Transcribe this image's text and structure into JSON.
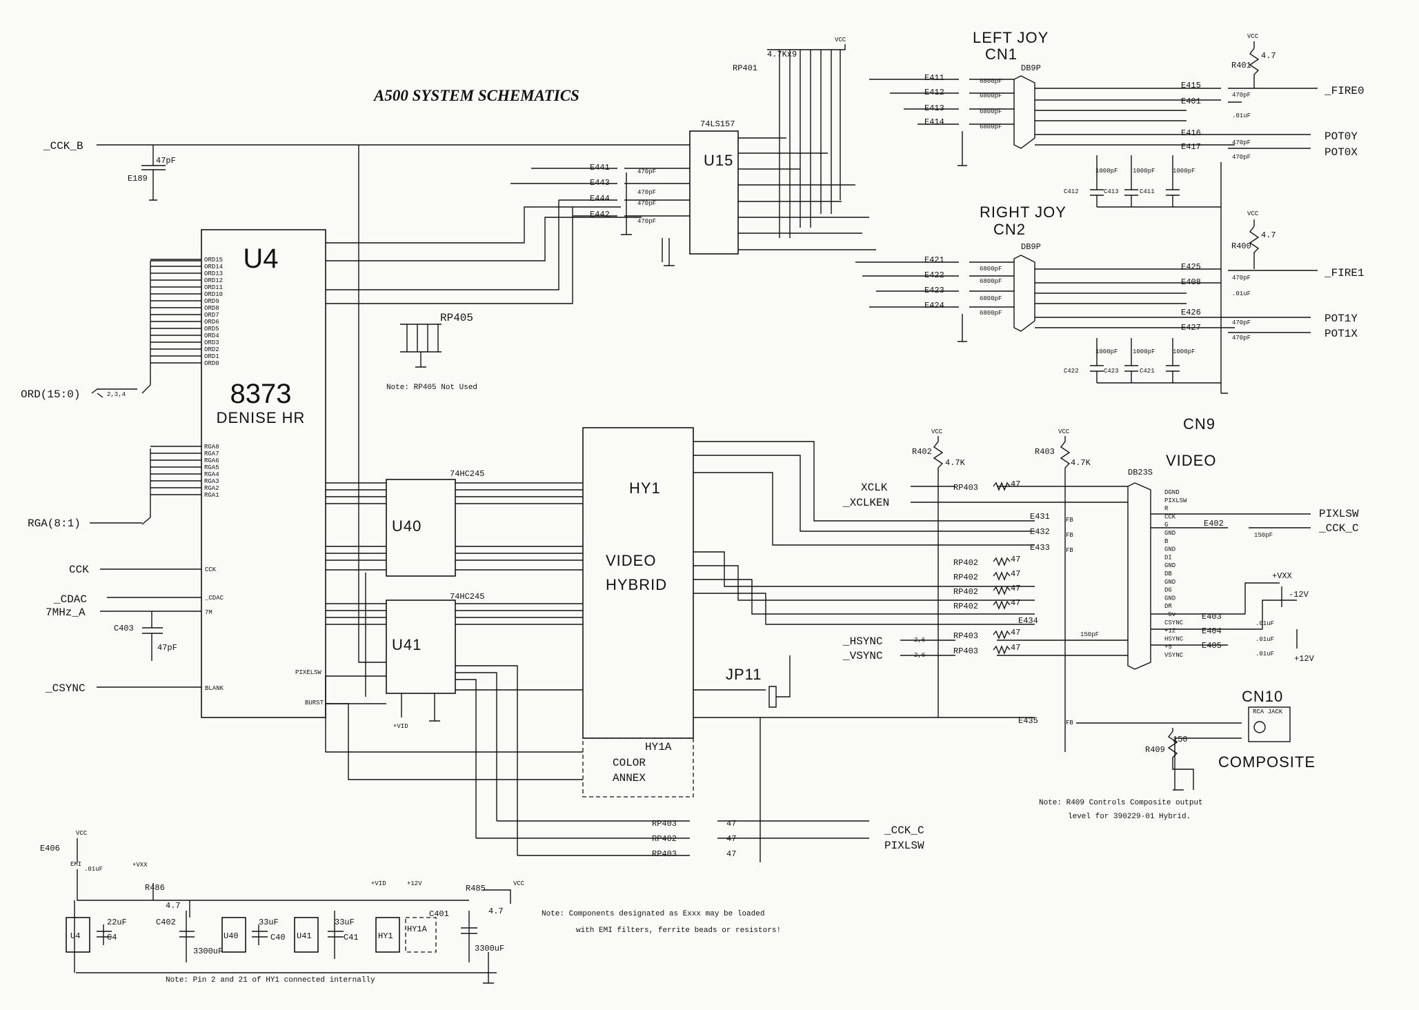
{
  "title": "A500 SYSTEM SCHEMATICS",
  "chips": {
    "u4": {
      "ref": "U4",
      "part": "8373",
      "desc": "DENISE HR",
      "ord_pins": [
        "ORD15",
        "ORD14",
        "ORD13",
        "ORD12",
        "ORD11",
        "ORD10",
        "ORD9",
        "ORD8",
        "ORD7",
        "ORD6",
        "ORD5",
        "ORD4",
        "ORD3",
        "ORD2",
        "ORD1",
        "ORD0"
      ],
      "rga_pins": [
        "RGA8",
        "RGA7",
        "RGA6",
        "RGA5",
        "RGA4",
        "RGA3",
        "RGA2",
        "RGA1"
      ],
      "ccl": "CCK",
      "cdac": "_CDAC",
      "m7": "7M",
      "blank": "BLANK",
      "pixelsw": "PIXELSW",
      "burst": "BURST"
    },
    "u15": {
      "ref": "U15",
      "part": "74LS157"
    },
    "u40": {
      "ref": "U40",
      "part": "74HC245"
    },
    "u41": {
      "ref": "U41",
      "part": "74HC245"
    },
    "hy1": {
      "ref": "HY1",
      "line1": "VIDEO",
      "line2": "HYBRID"
    },
    "hy1a": {
      "ref": "HY1A",
      "line1": "COLOR",
      "line2": "ANNEX"
    }
  },
  "connectors": {
    "cn1": {
      "ref": "CN1",
      "label": "LEFT JOY",
      "type": "DB9P"
    },
    "cn2": {
      "ref": "CN2",
      "label": "RIGHT JOY",
      "type": "DB9P"
    },
    "cn9": {
      "ref": "CN9",
      "label": "VIDEO",
      "type": "DB23S"
    },
    "cn10": {
      "ref": "CN10",
      "label": "COMPOSITE",
      "jack": "RCA JACK"
    }
  },
  "nets": {
    "cck_b": "_CCK_B",
    "ord": "ORD(15:0)",
    "ord_sheets": "2,3,4",
    "rga": "RGA(8:1)",
    "cck": "CCK",
    "cdac": "_CDAC",
    "m7": "7MHz_A",
    "csync": "_CSYNC",
    "fire0": "_FIRE0",
    "fire1": "_FIRE1",
    "pot0y": "POT0Y",
    "pot0x": "POT0X",
    "pot1y": "POT1Y",
    "pot1x": "POT1X",
    "xclk": "XCLK",
    "xclken": "_XCLKEN",
    "pixlsw": "PIXLSW",
    "cck_c": "_CCK_C",
    "hsync": "_HSYNC",
    "vsync": "_VSYNC",
    "sync_sheets": "2,6",
    "vcc": "VCC",
    "vxx": "+VXX",
    "vid": "+VID",
    "p12v": "+12V",
    "m12v": "-12V"
  },
  "parts": {
    "rp401": "RP401",
    "rp401_val": "4.7Kx9",
    "rp405": "RP405",
    "c403": "C403",
    "c403_val": "47pF",
    "e189": "E189",
    "e189_val": "47pF",
    "jp11": "JP11",
    "e411": "E411",
    "e412": "E412",
    "e413": "E413",
    "e414": "E414",
    "e421": "E421",
    "e422": "E422",
    "e423": "E423",
    "e424": "E424",
    "e441": "E441",
    "e443": "E443",
    "e444": "E444",
    "e442": "E442",
    "e415": "E415",
    "e401": "E401",
    "e416": "E416",
    "e417": "E417",
    "e425": "E425",
    "e408": "E408",
    "e426": "E426",
    "e427": "E427",
    "r401": "R401",
    "r400": "R400",
    "r402": "R402",
    "r403": "R403",
    "r409": "R409",
    "r409_val": "150",
    "r_val": "4.7",
    "r47k": "4.7K",
    "c412": "C412",
    "c413": "C413",
    "c411": "C411",
    "c422": "C422",
    "c423": "C423",
    "c421": "C421",
    "c1000": "1000pF",
    "c6800": "6800pF",
    "c470": "470pF",
    "c01": ".01uF",
    "c150": "150pF",
    "e431": "E431",
    "e432": "E432",
    "e433": "E433",
    "e434": "E434",
    "e435": "E435",
    "e402": "E402",
    "e403": "E403",
    "e404": "E404",
    "e405": "E405",
    "e406": "E406",
    "rp403": "RP403",
    "rp402": "RP402",
    "r47": "47",
    "r486": "R486",
    "r485": "R485",
    "c402": "C402",
    "c401": "C401",
    "c4": "C4",
    "c40": "C40",
    "c41": "C41",
    "c22": "22uF",
    "c33": "33uF",
    "c3300": "3300uF",
    "emi": "EMI",
    "fb": "FB"
  },
  "db23_pins": [
    "DGND",
    "PIXLSW",
    "R",
    "CCK",
    "G",
    "GND",
    "B",
    "GND",
    "DI",
    "GND",
    "DB",
    "GND",
    "DG",
    "GND",
    "DR",
    "-5v",
    "CSYNC",
    "+12",
    "HSYNC",
    "+5",
    "VSYNC"
  ],
  "notes": {
    "rp405": "Note: RP405 Not Used",
    "r409_1": "Note: R409 Controls Composite output",
    "r409_2": "level for 390229-01 Hybrid.",
    "exxx_1": "Note: Components designated as Exxx may be loaded",
    "exxx_2": "with EMI filters, ferrite beads or resistors!",
    "pin": "Note: Pin 2 and 21 of HY1 connected internally"
  }
}
